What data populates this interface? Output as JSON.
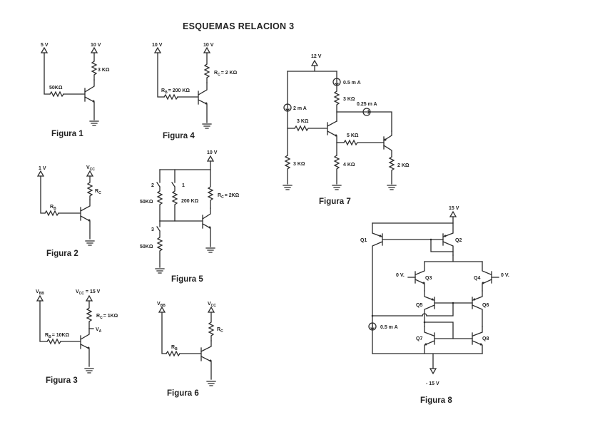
{
  "title": "ESQUEMAS RELACION 3",
  "figures": {
    "fig1": {
      "caption": "Figura 1",
      "vin": "5 V",
      "vcc": "10 V",
      "rb": "50KΩ",
      "rc": "3 KΩ"
    },
    "fig2": {
      "caption": "Figura 2",
      "vin": "1 V",
      "vcc_main": "V",
      "vcc_sub": "CC",
      "rb_main": "R",
      "rb_sub": "B",
      "rc_main": "R",
      "rc_sub": "C"
    },
    "fig3": {
      "caption": "Figura 3",
      "vbb_main": "V",
      "vbb_sub": "BB",
      "vcc_main": "V",
      "vcc_sub": "CC",
      "vcc_val": "= 15 V",
      "rc_main": "R",
      "rc_sub": "C",
      "rc_val": "= 1KΩ",
      "rb_main": "R",
      "rb_sub": "B",
      "rb_val": "= 10KΩ",
      "va_main": "V",
      "va_sub": "A"
    },
    "fig4": {
      "caption": "Figura 4",
      "vin": "10 V",
      "vcc": "10 V",
      "rb_main": "R",
      "rb_sub": "B",
      "rb_val": "= 200 KΩ",
      "rc_main": "R",
      "rc_sub": "C",
      "rc_val": "= 2 KΩ"
    },
    "fig5": {
      "caption": "Figura 5",
      "vcc": "10 V",
      "sw2": "2",
      "sw1": "1",
      "sw3": "3",
      "r_top": "50KΩ",
      "r_mid": "200 KΩ",
      "r_bot": "50KΩ",
      "rc_main": "R",
      "rc_sub": "C",
      "rc_val": "= 2KΩ"
    },
    "fig6": {
      "caption": "Figura 6",
      "vbb_main": "V",
      "vbb_sub": "BB",
      "vcc_main": "V",
      "vcc_sub": "CC",
      "rb_main": "R",
      "rb_sub": "B",
      "rc_main": "R",
      "rc_sub": "C"
    },
    "fig7": {
      "caption": "Figura 7",
      "vcc": "12 V",
      "i1": "0.5 m A",
      "i2": "2 m A",
      "i3": "0.25 m A",
      "r1": "3 KΩ",
      "r2": "3 KΩ",
      "r3": "3 KΩ",
      "r4": "5 KΩ",
      "r5": "4 KΩ",
      "r6": "2 KΩ"
    },
    "fig8": {
      "caption": "Figura 8",
      "vcc": "15 V",
      "vee": "- 15 V",
      "i1": "0.5 m A",
      "in_left": "0 V.",
      "in_right": "0 V.",
      "q1": "Q1",
      "q2": "Q2",
      "q3": "Q3",
      "q4": "Q4",
      "q5": "Q5",
      "q6": "Q6",
      "q7": "Q7",
      "q8": "Q8"
    }
  }
}
